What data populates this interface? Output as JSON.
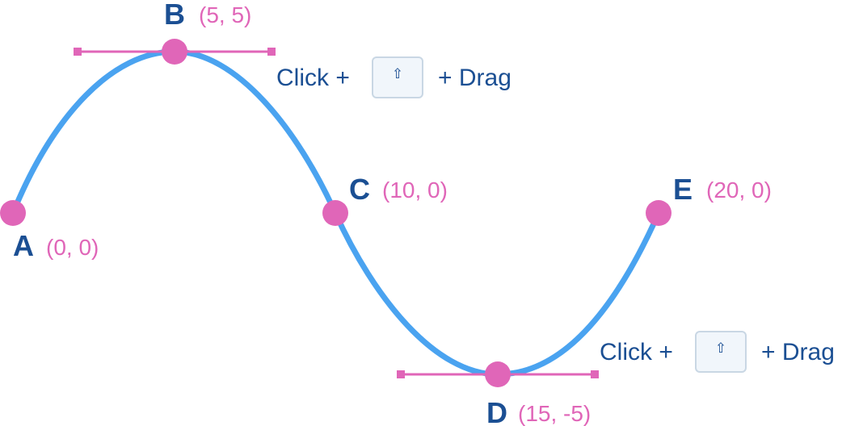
{
  "colors": {
    "curve": "#4aa3f0",
    "point": "#e066b8",
    "label": "#1b4f93",
    "coord": "#e066b8",
    "handle": "#e066b8",
    "key_face": "#f1f6fb",
    "key_border": "#c9d7e4",
    "key_glyph": "#1b4f93"
  },
  "points": [
    {
      "name": "A",
      "coord": "(0, 0)"
    },
    {
      "name": "B",
      "coord": "(5, 5)"
    },
    {
      "name": "C",
      "coord": "(10, 0)"
    },
    {
      "name": "D",
      "coord": "(15, -5)"
    },
    {
      "name": "E",
      "coord": "(20, 0)"
    }
  ],
  "hints": [
    {
      "prefix": "Click +",
      "key_icon": "shift-key-icon",
      "key_glyph": "⇧",
      "suffix": "+ Drag"
    },
    {
      "prefix": "Click +",
      "key_icon": "shift-key-icon",
      "key_glyph": "⇧",
      "suffix": "+ Drag"
    }
  ]
}
